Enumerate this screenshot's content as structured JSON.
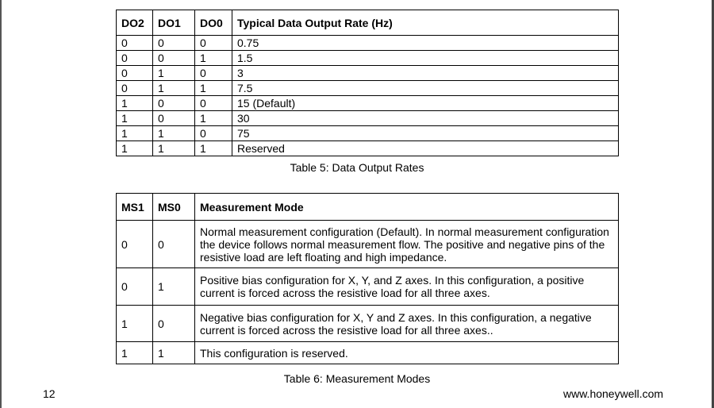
{
  "table5": {
    "headers": [
      "DO2",
      "DO1",
      "DO0",
      "Typical Data Output Rate (Hz)"
    ],
    "rows": [
      [
        "0",
        "0",
        "0",
        "0.75"
      ],
      [
        "0",
        "0",
        "1",
        "1.5"
      ],
      [
        "0",
        "1",
        "0",
        "3"
      ],
      [
        "0",
        "1",
        "1",
        "7.5"
      ],
      [
        "1",
        "0",
        "0",
        "15 (Default)"
      ],
      [
        "1",
        "0",
        "1",
        "30"
      ],
      [
        "1",
        "1",
        "0",
        "75"
      ],
      [
        "1",
        "1",
        "1",
        "Reserved"
      ]
    ],
    "caption": "Table 5: Data Output Rates"
  },
  "table6": {
    "headers": [
      "MS1",
      "MS0",
      "Measurement Mode"
    ],
    "rows": [
      [
        "0",
        "0",
        "Normal measurement configuration (Default).  In normal measurement configuration the device follows normal measurement flow.  The positive and negative pins of the resistive load are left floating and high impedance."
      ],
      [
        "0",
        "1",
        "Positive bias configuration for X, Y, and Z axes. In this configuration, a positive current is forced across the resistive load for all three axes."
      ],
      [
        "1",
        "0",
        "Negative bias configuration for X, Y and Z axes. In this configuration, a negative current is forced across the resistive load for all three axes.."
      ],
      [
        "1",
        "1",
        "This configuration is reserved."
      ]
    ],
    "caption": "Table 6: Measurement Modes"
  },
  "footer": {
    "page_number": "12",
    "website": "www.honeywell.com"
  }
}
